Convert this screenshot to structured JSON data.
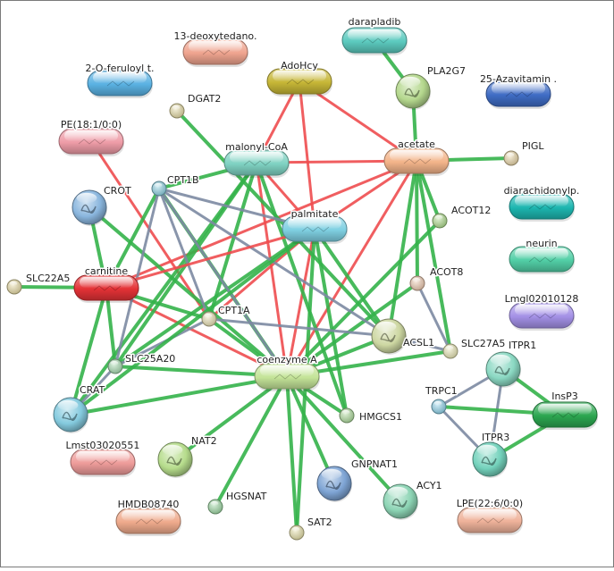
{
  "colors": {
    "evidence_experimental": "#ee4c4f",
    "evidence_database": "#34b34a",
    "evidence_textmining": "#7c8aa2"
  },
  "nodes": [
    {
      "id": "n1",
      "label": "13-deoxytedano.",
      "shape": "pill",
      "color": "#efa48f"
    },
    {
      "id": "n2",
      "label": "darapladib",
      "shape": "pill",
      "color": "#5ccabf"
    },
    {
      "id": "n3",
      "label": "2-O-feruloyl t.",
      "shape": "pill",
      "color": "#5ab1e2"
    },
    {
      "id": "n4",
      "label": "AdoHcy",
      "shape": "pill",
      "color": "#c6b636"
    },
    {
      "id": "n5",
      "label": "PLA2G7",
      "shape": "ball",
      "color": "#b4d78d"
    },
    {
      "id": "n6",
      "label": "25-Azavitamin .",
      "shape": "pill",
      "color": "#3f6cc4"
    },
    {
      "id": "n7",
      "label": "DGAT2",
      "shape": "dot",
      "color": "#e6dca4"
    },
    {
      "id": "n8",
      "label": "PE(18:1/0:0)",
      "shape": "pill",
      "color": "#ee9ca7"
    },
    {
      "id": "n9",
      "label": "malonyl-CoA",
      "shape": "pill",
      "color": "#7fd2c2"
    },
    {
      "id": "n10",
      "label": "acetate",
      "shape": "pill",
      "color": "#f3b48a"
    },
    {
      "id": "n11",
      "label": "PIGL",
      "shape": "dot",
      "color": "#ead6a6"
    },
    {
      "id": "n12",
      "label": "CPT1B",
      "shape": "dot",
      "color": "#8cd2e4"
    },
    {
      "id": "n13",
      "label": "CROT",
      "shape": "ball",
      "color": "#8ab6de"
    },
    {
      "id": "n14",
      "label": "palmitate",
      "shape": "pill",
      "color": "#7fd0e2"
    },
    {
      "id": "n15",
      "label": "ACOT12",
      "shape": "dot",
      "color": "#aedc8c"
    },
    {
      "id": "n16",
      "label": "diarachidonylp.",
      "shape": "pill",
      "color": "#1db6b0"
    },
    {
      "id": "n17",
      "label": "neurin",
      "shape": "pill",
      "color": "#52cfa6"
    },
    {
      "id": "n18",
      "label": "SLC22A5",
      "shape": "dot",
      "color": "#e8dca4"
    },
    {
      "id": "n19",
      "label": "carnitine",
      "shape": "pill",
      "color": "#e43236"
    },
    {
      "id": "n20",
      "label": "ACOT8",
      "shape": "dot",
      "color": "#efcab0"
    },
    {
      "id": "n21",
      "label": "Lmgl02010128",
      "shape": "pill",
      "color": "#a390e6"
    },
    {
      "id": "n22",
      "label": "CPT1A",
      "shape": "dot",
      "color": "#e9e0b2"
    },
    {
      "id": "n23",
      "label": "ACSL1",
      "shape": "ball",
      "color": "#cdd7a2"
    },
    {
      "id": "n24",
      "label": "SLC27A5",
      "shape": "dot",
      "color": "#e8e6b4"
    },
    {
      "id": "n25",
      "label": "ITPR1",
      "shape": "ball",
      "color": "#8ad8c2"
    },
    {
      "id": "n26",
      "label": "SLC25A20",
      "shape": "dot",
      "color": "#a6dcb0"
    },
    {
      "id": "n27",
      "label": "coenzyme A",
      "shape": "pill",
      "color": "#c4e498"
    },
    {
      "id": "n28",
      "label": "TRPC1",
      "shape": "dot",
      "color": "#8cd2ea"
    },
    {
      "id": "n29",
      "label": "InsP3",
      "shape": "pill",
      "color": "#2ca650"
    },
    {
      "id": "n30",
      "label": "CRAT",
      "shape": "ball",
      "color": "#84cade"
    },
    {
      "id": "n31",
      "label": "HMGCS1",
      "shape": "dot",
      "color": "#aedc9c"
    },
    {
      "id": "n32",
      "label": "Lmst03020551",
      "shape": "pill",
      "color": "#ee9c9a"
    },
    {
      "id": "n33",
      "label": "NAT2",
      "shape": "ball",
      "color": "#b6dc8c"
    },
    {
      "id": "n34",
      "label": "ITPR3",
      "shape": "ball",
      "color": "#74d2bc"
    },
    {
      "id": "n35",
      "label": "GNPNAT1",
      "shape": "ball",
      "color": "#7ea4d4"
    },
    {
      "id": "n36",
      "label": "ACY1",
      "shape": "ball",
      "color": "#8cd4b4"
    },
    {
      "id": "n37",
      "label": "HMDB08740",
      "shape": "pill",
      "color": "#efaa8c"
    },
    {
      "id": "n38",
      "label": "HGSNAT",
      "shape": "dot",
      "color": "#9edaa4"
    },
    {
      "id": "n39",
      "label": "SAT2",
      "shape": "dot",
      "color": "#e6e0a8"
    },
    {
      "id": "n40",
      "label": "LPE(22:6/0:0)",
      "shape": "pill",
      "color": "#efb29a"
    }
  ],
  "edges": [
    {
      "a": "n2",
      "b": "n5",
      "type": "database"
    },
    {
      "a": "n5",
      "b": "n10",
      "type": "database"
    },
    {
      "a": "n4",
      "b": "n9",
      "type": "experimental"
    },
    {
      "a": "n4",
      "b": "n14",
      "type": "experimental"
    },
    {
      "a": "n4",
      "b": "n10",
      "type": "experimental"
    },
    {
      "a": "n9",
      "b": "n10",
      "type": "experimental"
    },
    {
      "a": "n14",
      "b": "n10",
      "type": "experimental"
    },
    {
      "a": "n9",
      "b": "n14",
      "type": "experimental"
    },
    {
      "a": "n9",
      "b": "n27",
      "type": "experimental"
    },
    {
      "a": "n14",
      "b": "n27",
      "type": "experimental"
    },
    {
      "a": "n10",
      "b": "n27",
      "type": "experimental"
    },
    {
      "a": "n10",
      "b": "n19",
      "type": "experimental"
    },
    {
      "a": "n19",
      "b": "n27",
      "type": "experimental"
    },
    {
      "a": "n8",
      "b": "n22",
      "type": "experimental"
    },
    {
      "a": "n14",
      "b": "n22",
      "type": "experimental"
    },
    {
      "a": "n10",
      "b": "n11",
      "type": "database"
    },
    {
      "a": "n10",
      "b": "n15",
      "type": "database"
    },
    {
      "a": "n10",
      "b": "n20",
      "type": "database"
    },
    {
      "a": "n10",
      "b": "n23",
      "type": "database"
    },
    {
      "a": "n10",
      "b": "n24",
      "type": "database"
    },
    {
      "a": "n15",
      "b": "n27",
      "type": "database"
    },
    {
      "a": "n20",
      "b": "n27",
      "type": "database"
    },
    {
      "a": "n7",
      "b": "n23",
      "type": "database"
    },
    {
      "a": "n9",
      "b": "n12",
      "type": "database"
    },
    {
      "a": "n9",
      "b": "n22",
      "type": "database"
    },
    {
      "a": "n9",
      "b": "n30",
      "type": "database"
    },
    {
      "a": "n9",
      "b": "n26",
      "type": "database"
    },
    {
      "a": "n9",
      "b": "n31",
      "type": "database"
    },
    {
      "a": "n14",
      "b": "n26",
      "type": "database"
    },
    {
      "a": "n14",
      "b": "n23",
      "type": "database"
    },
    {
      "a": "n14",
      "b": "n39",
      "type": "database"
    },
    {
      "a": "n14",
      "b": "n31",
      "type": "database"
    },
    {
      "a": "n19",
      "b": "n12",
      "type": "database"
    },
    {
      "a": "n19",
      "b": "n18",
      "type": "database"
    },
    {
      "a": "n19",
      "b": "n13",
      "type": "database"
    },
    {
      "a": "n19",
      "b": "n30",
      "type": "database"
    },
    {
      "a": "n19",
      "b": "n26",
      "type": "database"
    },
    {
      "a": "n19",
      "b": "n22",
      "type": "database"
    },
    {
      "a": "n27",
      "b": "n12",
      "type": "database"
    },
    {
      "a": "n27",
      "b": "n22",
      "type": "database"
    },
    {
      "a": "n27",
      "b": "n30",
      "type": "database"
    },
    {
      "a": "n27",
      "b": "n13",
      "type": "database"
    },
    {
      "a": "n27",
      "b": "n23",
      "type": "database"
    },
    {
      "a": "n27",
      "b": "n24",
      "type": "database"
    },
    {
      "a": "n27",
      "b": "n31",
      "type": "database"
    },
    {
      "a": "n27",
      "b": "n33",
      "type": "database"
    },
    {
      "a": "n27",
      "b": "n38",
      "type": "database"
    },
    {
      "a": "n27",
      "b": "n39",
      "type": "database"
    },
    {
      "a": "n27",
      "b": "n35",
      "type": "database"
    },
    {
      "a": "n27",
      "b": "n36",
      "type": "database"
    },
    {
      "a": "n27",
      "b": "n26",
      "type": "database"
    },
    {
      "a": "n12",
      "b": "n22",
      "type": "textmining"
    },
    {
      "a": "n12",
      "b": "n23",
      "type": "textmining"
    },
    {
      "a": "n12",
      "b": "n26",
      "type": "textmining"
    },
    {
      "a": "n12",
      "b": "n27",
      "type": "textmining"
    },
    {
      "a": "n12",
      "b": "n14",
      "type": "textmining"
    },
    {
      "a": "n22",
      "b": "n23",
      "type": "textmining"
    },
    {
      "a": "n22",
      "b": "n26",
      "type": "textmining"
    },
    {
      "a": "n26",
      "b": "n30",
      "type": "textmining"
    },
    {
      "a": "n23",
      "b": "n24",
      "type": "textmining"
    },
    {
      "a": "n20",
      "b": "n24",
      "type": "textmining"
    },
    {
      "a": "n19",
      "b": "n14",
      "type": "experimental"
    },
    {
      "a": "n14",
      "b": "n30",
      "type": "database"
    },
    {
      "a": "n25",
      "b": "n28",
      "type": "textmining"
    },
    {
      "a": "n25",
      "b": "n34",
      "type": "textmining"
    },
    {
      "a": "n28",
      "b": "n34",
      "type": "textmining"
    },
    {
      "a": "n28",
      "b": "n29",
      "type": "database"
    },
    {
      "a": "n25",
      "b": "n29",
      "type": "database"
    },
    {
      "a": "n34",
      "b": "n29",
      "type": "database"
    }
  ]
}
